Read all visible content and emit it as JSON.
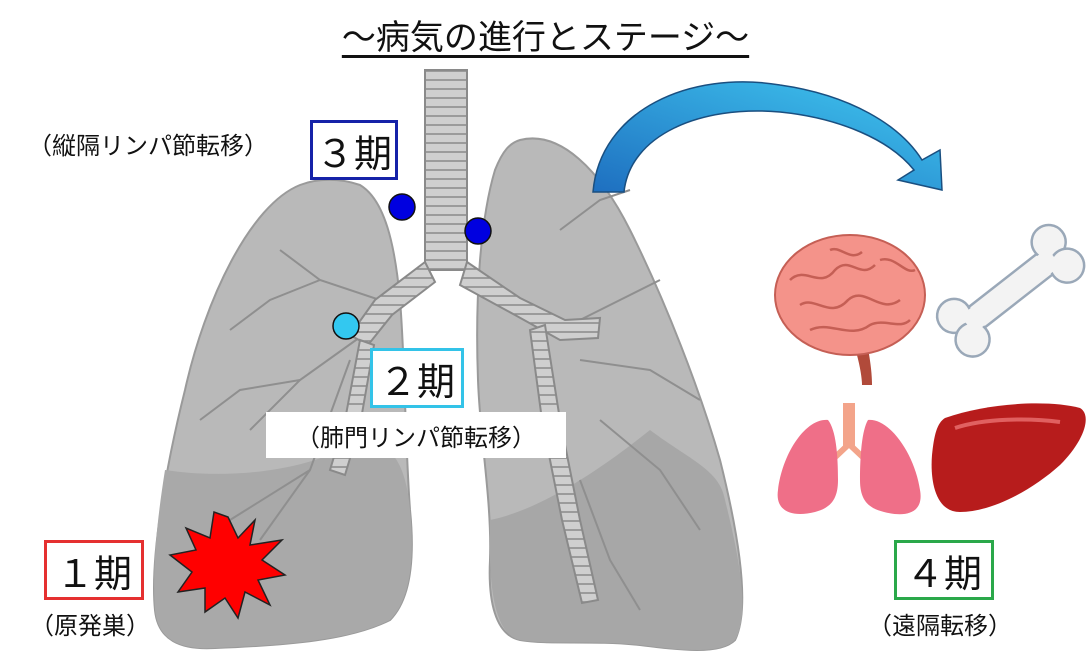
{
  "title": "〜病気の進行とステージ〜",
  "stages": {
    "stage1": {
      "label": "１期",
      "caption": "（原発巣）"
    },
    "stage2": {
      "label": "２期",
      "caption": "（肺門リンパ節転移）"
    },
    "stage3": {
      "label": "３期",
      "caption": "（縦隔リンパ節転移）"
    },
    "stage4": {
      "label": "４期",
      "caption": "（遠隔転移）"
    }
  },
  "colors": {
    "stage1_border": "#e53030",
    "stage2_border": "#33c3e8",
    "stage3_border": "#1522a8",
    "stage4_border": "#2aa84a",
    "tumor": "#ff0000",
    "mediastinal_node": "#0000e0",
    "hilar_node": "#33c8f0",
    "arrow": "#2a9fd6"
  },
  "icons": [
    "lung-illustration",
    "tumor-burst-icon",
    "metastasis-arrow-icon",
    "brain-icon",
    "bone-icon",
    "lungs-icon",
    "liver-icon"
  ]
}
